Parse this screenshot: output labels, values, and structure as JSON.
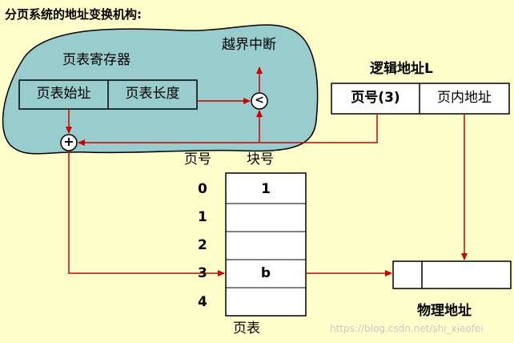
{
  "title": "分页系统的地址变换机构:",
  "register": {
    "label": "页表寄存器",
    "start_cell": "页表始址",
    "length_cell": "页表长度"
  },
  "comparator_symbol": "<",
  "adder_symbol": "+",
  "out_of_bounds": "越界中断",
  "logical_address": {
    "label": "逻辑地址L",
    "page_cell": "页号(3)",
    "offset_cell": "页内地址"
  },
  "page_table": {
    "col_page": "页号",
    "col_block": "块号",
    "rows": [
      {
        "page": "0",
        "block": "1"
      },
      {
        "page": "1",
        "block": ""
      },
      {
        "page": "2",
        "block": ""
      },
      {
        "page": "3",
        "block": "b"
      },
      {
        "page": "4",
        "block": ""
      }
    ],
    "caption": "页表"
  },
  "physical_address": {
    "label": "物理地址"
  },
  "watermark": "https://blog.csdn.net/shi_xiaofei",
  "colors": {
    "background": "#ffffcc",
    "cloud_fill": "#99cccc",
    "arrow": "#cc0000",
    "border": "#000000"
  }
}
